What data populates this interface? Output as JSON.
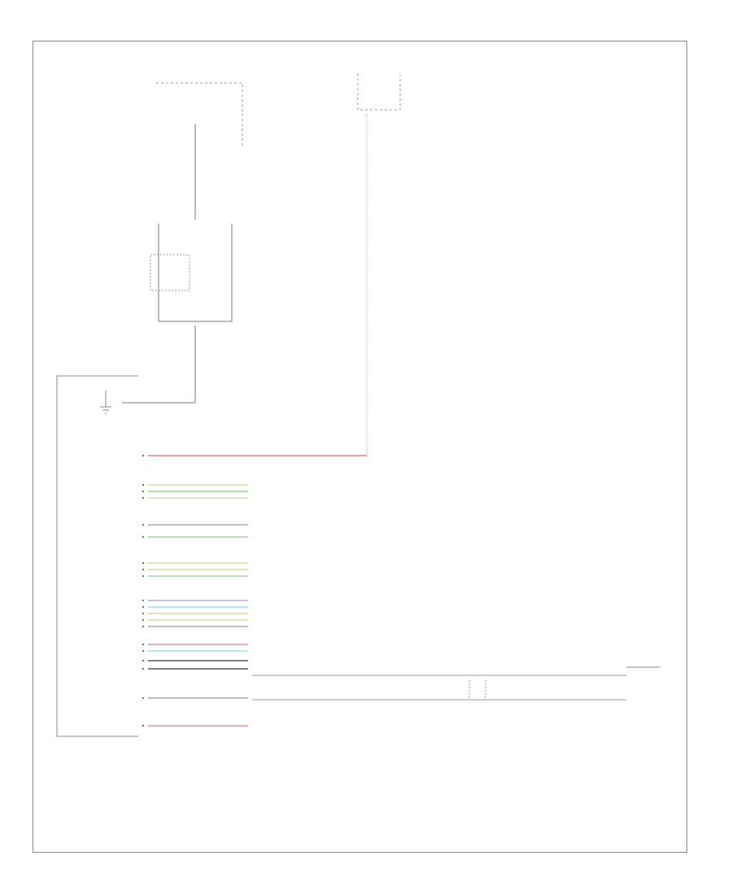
{
  "diagram": {
    "page_code": "",
    "colors": {
      "line": "#8a8a8a",
      "battery": "#d96a6a",
      "yellow": "#d8d48a",
      "green": "#8cc98c",
      "tan": "#d8c9a0",
      "blue": "#a0a0d8",
      "cyan": "#8fd6d6",
      "pink": "#e07aa0",
      "black": "#333333",
      "gray": "#9a9a9a"
    },
    "components": {
      "top_module": {
        "label": "",
        "note": ""
      },
      "fuse_box": {
        "label": "",
        "note": "",
        "wire": ""
      },
      "mid_module": {
        "label": "",
        "left": "",
        "right": ""
      },
      "ground": {
        "label": ""
      },
      "main_connector": {
        "label": ""
      },
      "right_module": {
        "label": ""
      }
    },
    "rows": [
      {
        "label": "",
        "color": "battery",
        "code": "",
        "dest": ""
      },
      {
        "label": "",
        "color": "yellow",
        "code": "",
        "dest": ""
      },
      {
        "label": "",
        "color": "green",
        "code": "",
        "dest": ""
      },
      {
        "label": "",
        "color": "tan",
        "code": "",
        "dest": ""
      },
      {
        "label": "",
        "color": "gray",
        "code": "",
        "dest": ""
      },
      {
        "label": "",
        "color": "green",
        "code": "",
        "dest": ""
      },
      {
        "label": "",
        "color": "yellow",
        "code": "",
        "dest": ""
      },
      {
        "label": "",
        "color": "tan",
        "code": "",
        "dest": ""
      },
      {
        "label": "",
        "color": "green",
        "code": "",
        "dest": ""
      },
      {
        "label": "",
        "color": "blue",
        "code": "",
        "dest": ""
      },
      {
        "label": "",
        "color": "cyan",
        "code": "",
        "dest": ""
      },
      {
        "label": "",
        "color": "tan",
        "code": "",
        "dest": ""
      },
      {
        "label": "",
        "color": "yellow",
        "code": "",
        "dest": ""
      },
      {
        "label": "",
        "color": "gray",
        "code": "",
        "dest": ""
      },
      {
        "label": "",
        "color": "pink",
        "code": "",
        "dest": ""
      },
      {
        "label": "",
        "color": "cyan",
        "code": "",
        "dest": ""
      },
      {
        "label": "",
        "color": "black",
        "code": "",
        "dest": ""
      },
      {
        "label": "",
        "color": "black",
        "code": "",
        "dest": ""
      },
      {
        "label": "",
        "color": "gray",
        "code": "",
        "dest": ""
      },
      {
        "label": "",
        "color": "pink",
        "code": "",
        "dest": ""
      }
    ]
  }
}
